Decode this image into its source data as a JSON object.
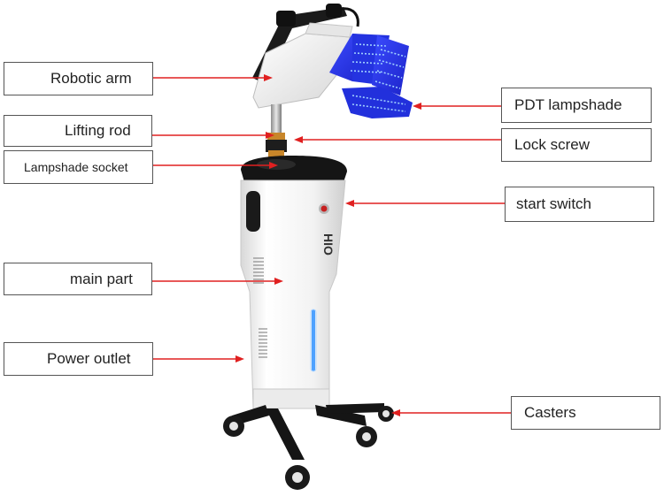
{
  "labels": {
    "robotic_arm": "Robotic arm",
    "lifting_rod": "Lifting rod",
    "lampshade_socket": "Lampshade socket",
    "main_part": "main part",
    "power_outlet": "Power outlet",
    "pdt_lampshade": "PDT lampshade",
    "lock_screw": "Lock screw",
    "start_switch": "start switch",
    "casters": "Casters"
  },
  "device_brand_text": "HIO",
  "colors": {
    "arrow": "#e02020",
    "panel_blue": "#2a3cf0",
    "led": "#9fd0ff",
    "body": "#f4f4f4",
    "base": "#1a1a1a"
  }
}
